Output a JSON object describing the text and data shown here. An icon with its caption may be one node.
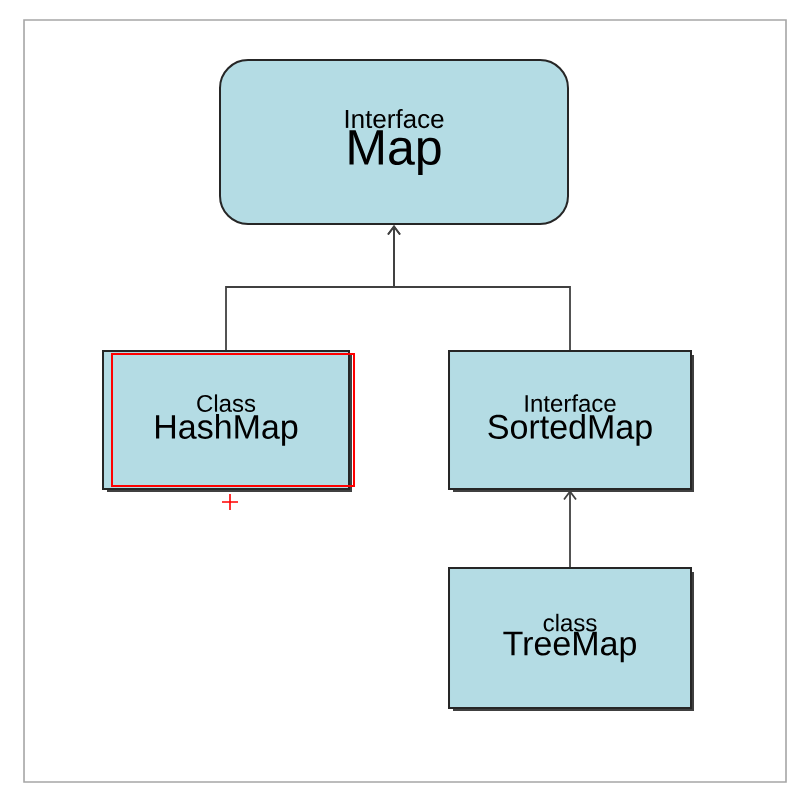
{
  "diagram": {
    "nodes": [
      {
        "text": [
          "Interface",
          "Map"
        ]
      },
      {
        "text": [
          "Class",
          "HashMap"
        ]
      },
      {
        "text": [
          "Interface",
          "SortedMap"
        ]
      },
      {
        "text": [
          "class",
          "TreeMap"
        ]
      }
    ],
    "edges": [
      {
        "from": 1,
        "to": 0,
        "arrow": "to"
      },
      {
        "from": 2,
        "to": 0,
        "arrow": "to"
      },
      {
        "from": 3,
        "to": 2,
        "arrow": "to"
      }
    ]
  }
}
